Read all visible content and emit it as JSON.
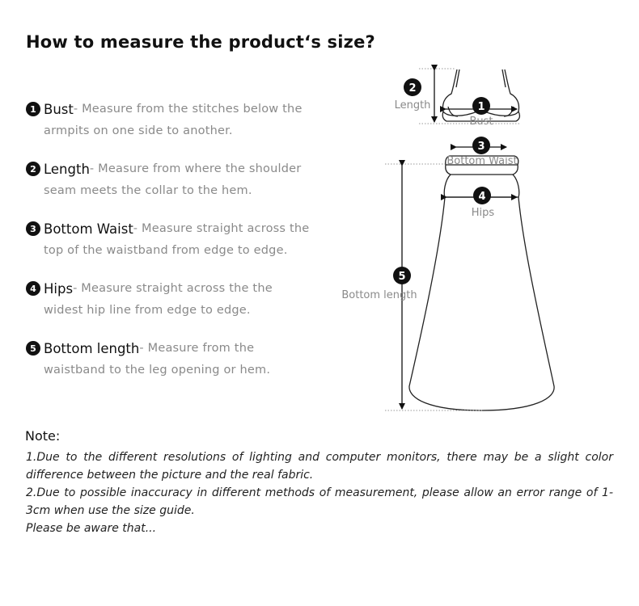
{
  "title": "How to measure the product‘s size?",
  "items": [
    {
      "num": "1",
      "name": "Bust",
      "desc_line1": "- Measure from the stitches below the",
      "desc_line2": "armpits on one side to another."
    },
    {
      "num": "2",
      "name": "Length",
      "desc_line1": "- Measure from where the shoulder",
      "desc_line2": "seam meets the collar to the hem."
    },
    {
      "num": "3",
      "name": "Bottom Waist",
      "desc_line1": "- Measure straight across the",
      "desc_line2": "top of the waistband from edge to edge."
    },
    {
      "num": "4",
      "name": "Hips",
      "desc_line1": "- Measure straight across the the",
      "desc_line2": "widest hip line from edge to edge."
    },
    {
      "num": "5",
      "name": "Bottom length",
      "desc_line1": "- Measure from the",
      "desc_line2": "waistband to the leg opening or hem."
    }
  ],
  "diagram": {
    "labels": {
      "bust": "Bust",
      "length": "Length",
      "bottom_waist": "Bottom Waist",
      "hips": "Hips",
      "bottom_length": "Bottom length"
    },
    "badges": [
      "1",
      "2",
      "3",
      "4",
      "5"
    ]
  },
  "note": {
    "title": "Note:",
    "line1": "1.Due to the different resolutions of lighting and computer monitors, there may be a slight color difference between the picture and the real fabric.",
    "line2": "2.Due to possible inaccuracy in different methods of measurement, please allow an error range of 1-3cm when use the size guide.",
    "line3": "Please be aware that..."
  }
}
